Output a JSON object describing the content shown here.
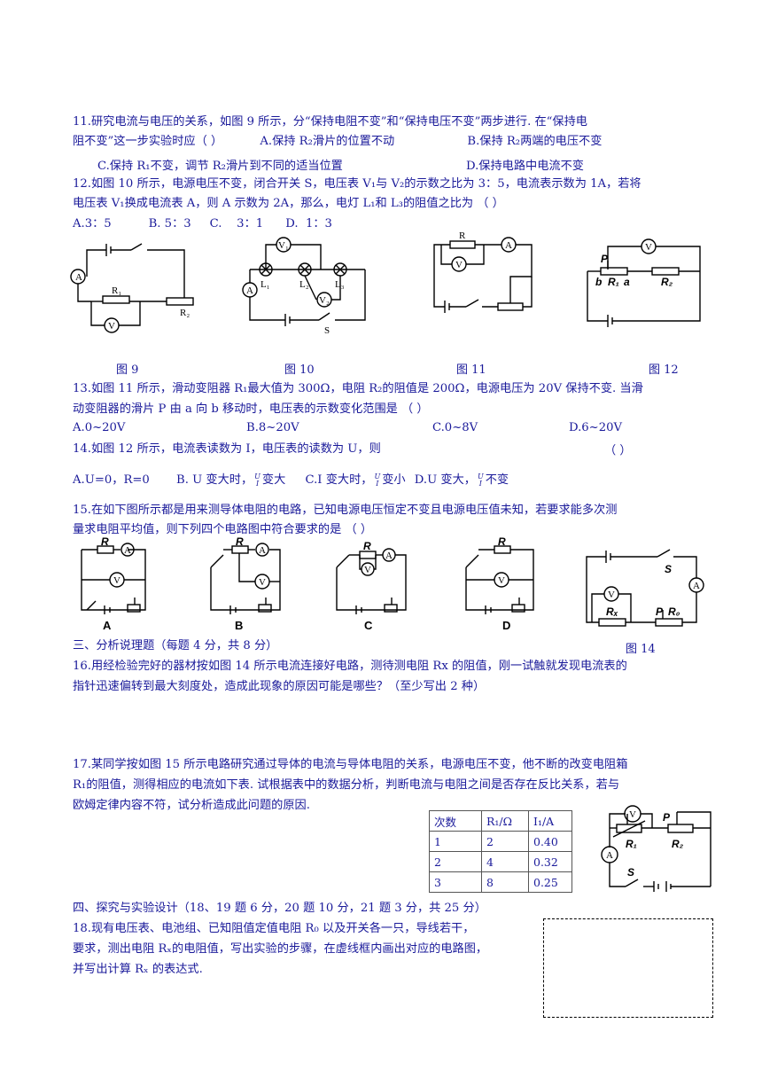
{
  "q11": {
    "line1": "11.研究电流与电压的关系，如图 9 所示，分“保持电阻不变”和“保持电压不变”两步进行. 在“保持电",
    "line2_a": "阻不变”这一步实验时应（      ）",
    "line2_b": "A.保持 R₂滑片的位置不动",
    "line2_c": "B.保持 R₂两端的电压不变",
    "line3_c": "C.保持 R₁不变，调节 R₂滑片到不同的适当位置",
    "line3_d": "D.保持电路中电流不变"
  },
  "q12": {
    "line1": "12.如图 10 所示，电源电压不变，闭合开关 S，电压表 V₁与 V₂的示数之比为 3：5，电流表示数为 1A，若将",
    "line2": "电压表 V₁换成电流表 A，则 A 示数为 2A，那么，电灯 L₁和 L₃的阻值之比为              （      ）",
    "options": "A.3：5          B. 5：3     C.    3：1      D.  1：3"
  },
  "figure_captions": [
    "图 9",
    "图 10",
    "图 11",
    "图 12"
  ],
  "q13": {
    "line1": "13.如图 11 所示，滑动变阻器 R₁最大值为 300Ω，电阻 R₂的阻值是 200Ω，电源电压为 20V 保持不变. 当滑",
    "line2": "动变阻器的滑片 P 由 a 向 b 移动时，电压表的示数变化范围是                （      ）",
    "options": [
      "A.0~20V",
      "B.8~20V",
      "C.0~8V",
      "D.6~20V"
    ]
  },
  "q14": {
    "line1": "14.如图 12 所示，电流表读数为 I，电压表的读数为 U，则",
    "paren": "（      ）",
    "opt_a": "A.U=0，R=0",
    "opt_b_pre": "B.  U 变大时，",
    "opt_b_post": "变大",
    "opt_c_pre": "C.I 变大时，",
    "opt_c_post": "变小",
    "opt_d_pre": "D.U 变大，",
    "opt_d_post": "不变",
    "frac_num": "U",
    "frac_den": "I"
  },
  "q15": {
    "line1": "15.在如下图所示都是用来测导体电阻的电路，已知电源电压恒定不变且电源电压值未知，若要求能多次测",
    "line2": "量求电阻平均值，则下列四个电路图中符合要求的是                    （      ）",
    "diagram_labels": [
      "A",
      "B",
      "C",
      "D"
    ]
  },
  "figure14_caption": "图 14",
  "section3": "三、分析说理题（每题 4 分，共 8 分）",
  "q16": {
    "line1": "16.用经检验完好的器材按如图 14 所示电流连接好电路，测待测电阻 Rx 的阻值，刚一试触就发现电流表的",
    "line2": "指针迅速偏转到最大刻度处，造成此现象的原因可能是哪些？（至少写出 2 种）"
  },
  "q17": {
    "line1": "17.某同学按如图 15 所示电路研究通过导体的电流与导体电阻的关系，电源电压不变，他不断的改变电阻箱",
    "line2": "R₁的阻值，测得相应的电流如下表. 试根据表中的数据分析，判断电流与电阻之间是否存在反比关系，若与",
    "line3": "欧姆定律内容不符，试分析造成此问题的原因."
  },
  "table": {
    "headers": [
      "次数",
      "R₁/Ω",
      "I₁/A"
    ],
    "rows": [
      [
        "1",
        "2",
        "0.40"
      ],
      [
        "2",
        "4",
        "0.32"
      ],
      [
        "3",
        "8",
        "0.25"
      ]
    ]
  },
  "section4": "四、探究与实验设计（18、19 题 6 分，20 题 10 分，21 题 3 分，共 25 分）",
  "q18": {
    "line1": "18.现有电压表、电池组、已知阻值定值电阻 R₀ 以及开关各一只，导线若干，",
    "line2": "要求，测出电阻 Rₓ的电阻值，写出实验的步骤，在虚线框内画出对应的电路图，",
    "line3": "并写出计算 Rₓ 的表达式."
  },
  "circuit_labels": {
    "fig9": [
      "A",
      "R₁",
      "R₂",
      "V"
    ],
    "fig10": [
      "V₁",
      "L₁",
      "L₂",
      "L₃",
      "A",
      "V₂",
      "S"
    ],
    "fig11": [
      "R",
      "A",
      "V"
    ],
    "fig12": [
      "V",
      "P",
      "b",
      "R₁",
      "a",
      "R₂"
    ],
    "fig14": [
      "S",
      "V",
      "A",
      "Rₓ",
      "P",
      "R₀"
    ],
    "fig15": [
      "V",
      "P",
      "R₁",
      "R₂",
      "A",
      "S"
    ],
    "fig15_nums": [
      "R",
      "A",
      "V"
    ]
  },
  "colors": {
    "text": "#1a1a9a",
    "lines": "#000000"
  }
}
